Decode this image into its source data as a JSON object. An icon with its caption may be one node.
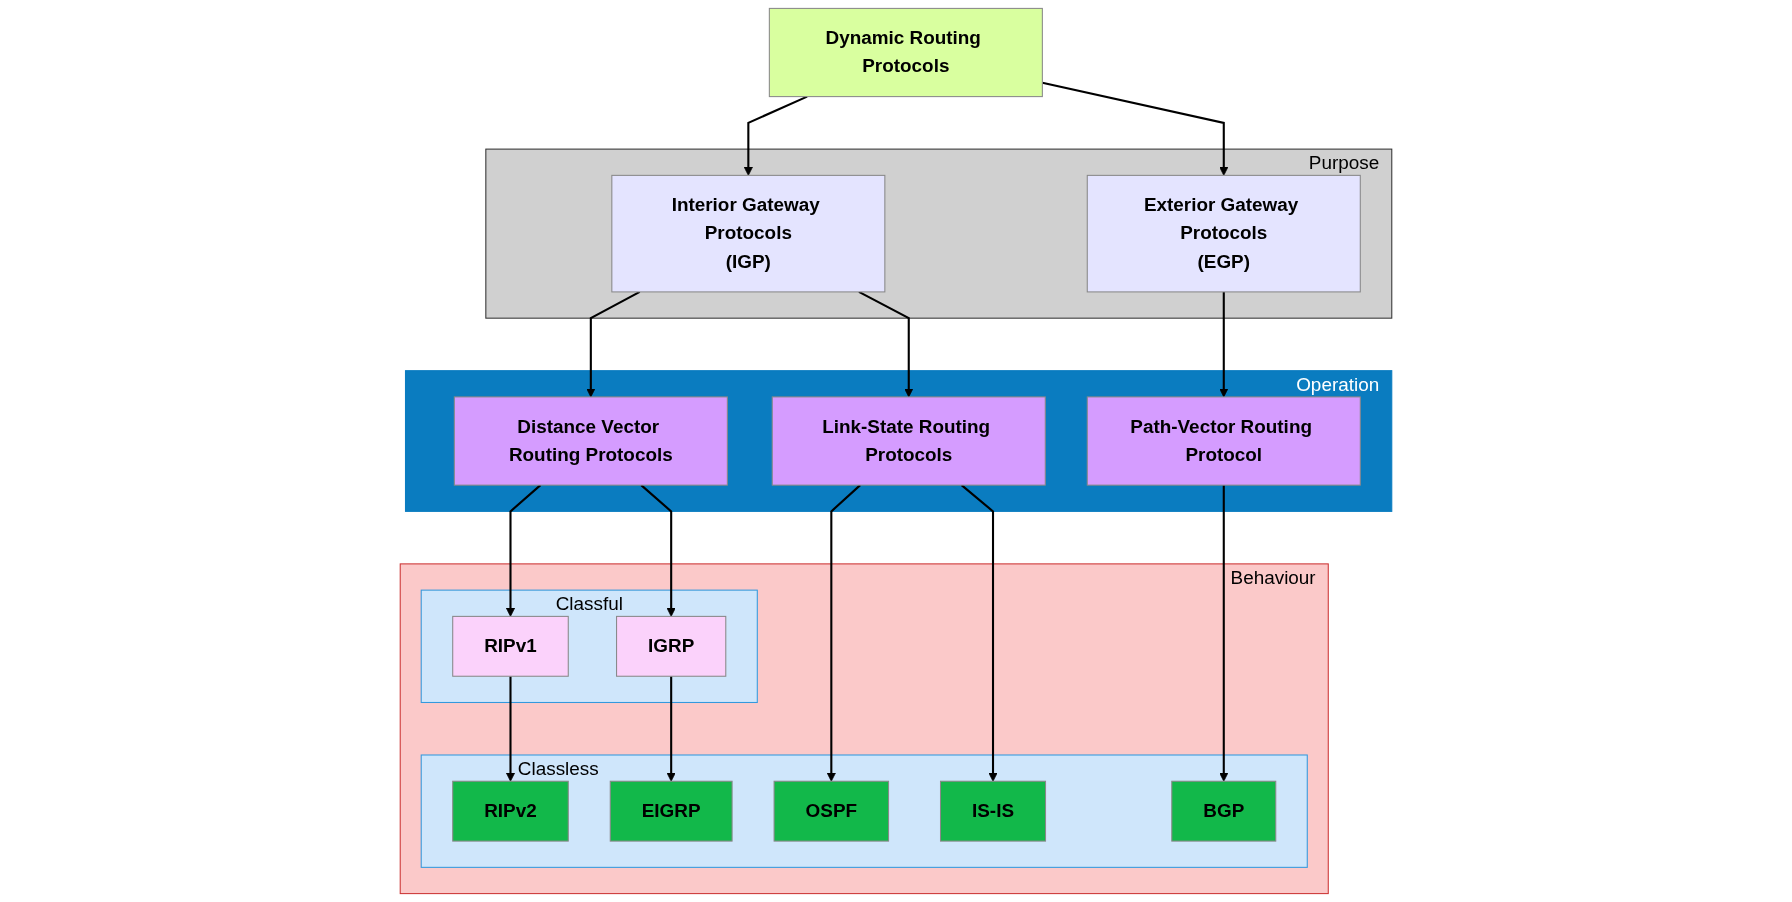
{
  "diagram": {
    "nodes": [
      {
        "text": [
          "Dynamic Routing Protocols"
        ]
      },
      {
        "text": [
          "Purpose"
        ]
      },
      {
        "text": [
          "Interior Gateway Protocols",
          "(IGP)"
        ],
        "in": 1
      },
      {
        "text": [
          "Exterior Gateway Protocols",
          "(EGP)"
        ],
        "in": 1
      },
      {
        "text": [
          "Operation"
        ]
      },
      {
        "text": [
          "Distance Vector Routing Protocols"
        ],
        "in": 4
      },
      {
        "text": [
          "Link-State Routing Protocols"
        ],
        "in": 4
      },
      {
        "text": [
          "Path-Vector Routing Protocol"
        ],
        "in": 4
      },
      {
        "text": [
          "Behaviour"
        ]
      },
      {
        "text": [
          "Classful"
        ],
        "in": 8
      },
      {
        "text": [
          "RIPv1"
        ],
        "in": 9
      },
      {
        "text": [
          "IGRP"
        ],
        "in": 9
      },
      {
        "text": [
          "Classless"
        ],
        "in": 8
      },
      {
        "text": [
          "RIPv2"
        ],
        "in": 12
      },
      {
        "text": [
          "EIGRP"
        ],
        "in": 12
      },
      {
        "text": [
          "OSPF"
        ],
        "in": 12
      },
      {
        "text": [
          "IS-IS"
        ],
        "in": 12
      },
      {
        "text": [
          "BGP"
        ],
        "in": 12
      }
    ],
    "edges": [
      {
        "from": 0,
        "to": 2,
        "arrow": "to"
      },
      {
        "from": 0,
        "to": 3,
        "arrow": "to"
      },
      {
        "from": 2,
        "to": 5,
        "arrow": "to"
      },
      {
        "from": 2,
        "to": 6,
        "arrow": "to"
      },
      {
        "from": 3,
        "to": 7,
        "arrow": "to"
      },
      {
        "from": 5,
        "to": 10,
        "arrow": "to"
      },
      {
        "from": 5,
        "to": 11,
        "arrow": "to"
      },
      {
        "from": 10,
        "to": 13,
        "arrow": "to"
      },
      {
        "from": 11,
        "to": 14,
        "arrow": "to"
      },
      {
        "from": 6,
        "to": 15,
        "arrow": "to"
      },
      {
        "from": 6,
        "to": 16,
        "arrow": "to"
      },
      {
        "from": 7,
        "to": 17,
        "arrow": "to"
      }
    ]
  }
}
